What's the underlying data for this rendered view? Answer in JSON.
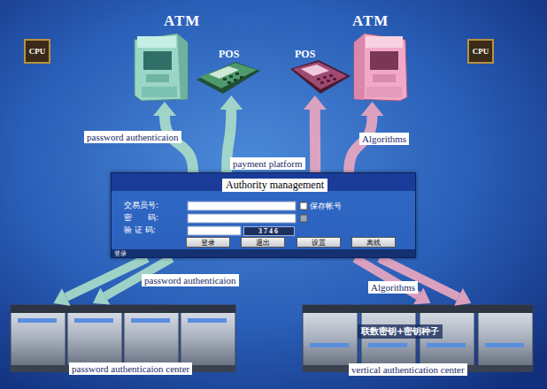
{
  "diagram": {
    "nodes": [
      {
        "text": [
          "CPU"
        ]
      },
      {
        "text": [
          "ATM"
        ]
      },
      {
        "text": [
          "POS"
        ]
      },
      {
        "text": [
          "POS"
        ]
      },
      {
        "text": [
          "ATM"
        ]
      },
      {
        "text": [
          "CPU"
        ]
      },
      {
        "text": [
          "Authority management"
        ]
      },
      {
        "text": [
          "3746"
        ],
        "in": 6
      },
      {
        "text": [
          "登录"
        ],
        "in": 6
      },
      {
        "text": [
          "退出"
        ],
        "in": 6
      },
      {
        "text": [
          "设置"
        ],
        "in": 6
      },
      {
        "text": [
          "离线"
        ],
        "in": 6
      },
      {
        "text": [
          "password authenticaion center"
        ]
      },
      {
        "text": [
          "vertical authentication center",
          "联数密钥+密钥种子"
        ]
      }
    ],
    "edges": [
      {
        "from": 6,
        "to": 1,
        "arrow": "to",
        "label": "password authenticaion"
      },
      {
        "from": 6,
        "to": 2,
        "arrow": "to"
      },
      {
        "from": 6,
        "to": 3,
        "arrow": "to"
      },
      {
        "from": 6,
        "to": 4,
        "arrow": "to",
        "label": "Algorithms"
      },
      {
        "from": 6,
        "to": 12,
        "arrow": "to",
        "label": "password authenticaion"
      },
      {
        "from": 6,
        "to": 12,
        "arrow": "to"
      },
      {
        "from": 6,
        "to": 13,
        "arrow": "to",
        "label": "Algorithms"
      },
      {
        "from": 6,
        "to": 13,
        "arrow": "to"
      }
    ],
    "labels": [
      "payment platform",
      "交易员号:",
      "密　　码:",
      "验 证 码:",
      "保存帐号",
      "登录"
    ]
  }
}
